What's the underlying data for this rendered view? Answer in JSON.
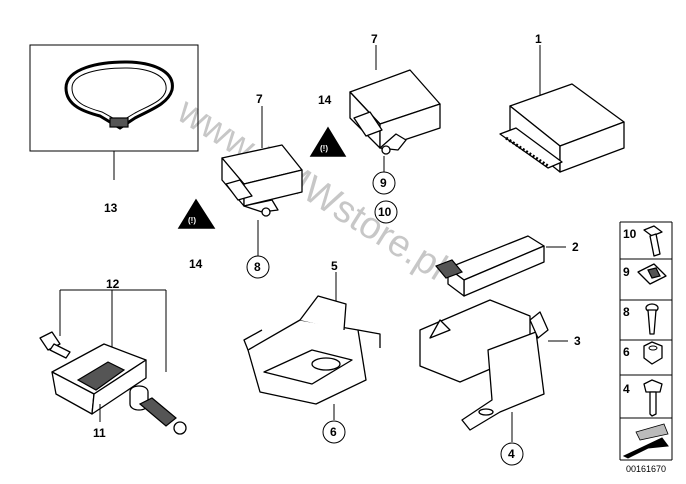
{
  "watermark": "www.BMWstore.pl",
  "diagram_code": "00161670",
  "tpms_symbol": "(!)",
  "callouts": {
    "n1": "1",
    "n2": "2",
    "n3": "3",
    "n4": "4",
    "n5": "5",
    "n6": "6",
    "n7a": "7",
    "n7b": "7",
    "n8": "8",
    "n9": "9",
    "n10": "10",
    "n11": "11",
    "n12": "12",
    "n13": "13",
    "n14a": "14",
    "n14b": "14"
  },
  "legend": {
    "items": [
      {
        "num": "10",
        "icon": "hex-bolt-icon"
      },
      {
        "num": "9",
        "icon": "clip-nut-icon"
      },
      {
        "num": "8",
        "icon": "expanding-rivet-icon"
      },
      {
        "num": "6",
        "icon": "hex-nut-icon"
      },
      {
        "num": "4",
        "icon": "screw-icon"
      }
    ]
  }
}
